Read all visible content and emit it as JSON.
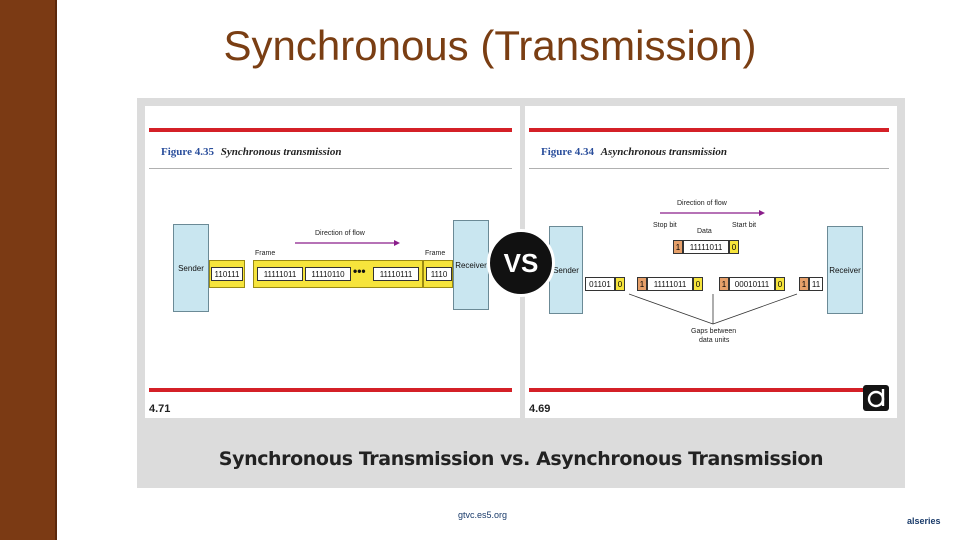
{
  "slide": {
    "title": "Synchronous (Transmission)",
    "footer_center": "gtvc.es5.org",
    "footer_right": "alseries"
  },
  "figure": {
    "caption": "Synchronous Transmission vs. Asynchronous Transmission",
    "vs_label": "VS",
    "left_panel": {
      "figure_number": "Figure 4.35",
      "figure_title": "Synchronous transmission",
      "page_number": "4.71",
      "sender_label": "Sender",
      "receiver_label": "Receiver",
      "flow_label": "Direction of flow",
      "frame_label_left": "Frame",
      "frame_label_right": "Frame",
      "sender_bits": "110111",
      "frame_bits": [
        "11111011",
        "11110110",
        "11110111"
      ],
      "ellipsis": "•••",
      "receiver_bits": "1110"
    },
    "right_panel": {
      "figure_number": "Figure 4.34",
      "figure_title": "Asynchronous transmission",
      "page_number": "4.69",
      "sender_label": "Sender",
      "receiver_label": "Receiver",
      "flow_label": "Direction of flow",
      "stop_bit_label": "Stop bit",
      "data_label": "Data",
      "start_bit_label": "Start bit",
      "top_unit": {
        "stop": "1",
        "data": "11111011",
        "start": "0"
      },
      "units": [
        {
          "stop": "",
          "data": "01101",
          "start": "0"
        },
        {
          "stop": "1",
          "data": "11111011",
          "start": "0"
        },
        {
          "stop": "1",
          "data": "00010111",
          "start": "0"
        },
        {
          "stop": "1",
          "data": "11",
          "start": ""
        }
      ],
      "gaps_label_1": "Gaps between",
      "gaps_label_2": "data units"
    },
    "colors": {
      "rule_red": "#d42027",
      "data_yellow": "#f6e43c",
      "stop_orange": "#e6a06a",
      "station_blue": "#c9e6f0",
      "side_bar_brown": "#7b3a14",
      "title_brown": "#7a3e13"
    }
  }
}
